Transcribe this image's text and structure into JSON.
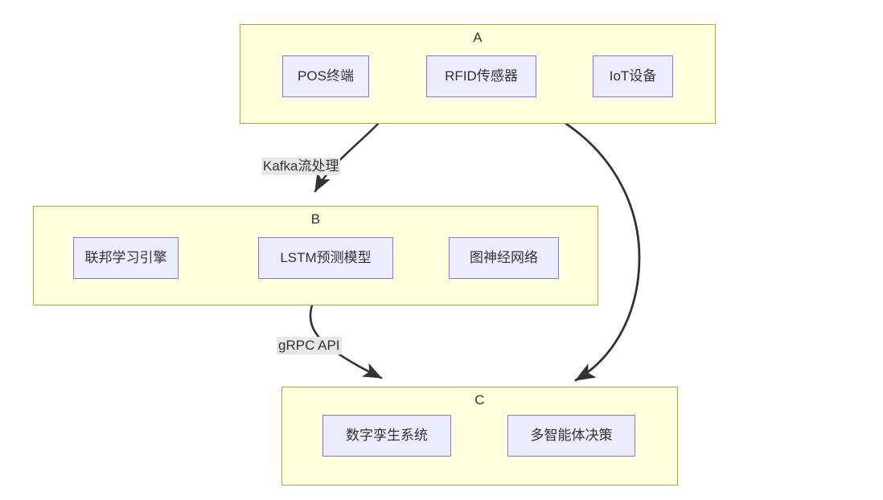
{
  "diagram": {
    "type": "flowchart",
    "background_color": "#ffffff",
    "cluster_fill": "#ffffde",
    "cluster_stroke": "#aaaa33",
    "node_fill": "#ececff",
    "node_stroke": "#9370db",
    "edge_stroke": "#333333",
    "edge_label_background": "#e8e8e8",
    "text_color": "#333333"
  },
  "clusters": [
    {
      "id": "A",
      "title": "A",
      "nodes": [
        {
          "id": "pos",
          "label": "POS终端"
        },
        {
          "id": "rfid",
          "label": "RFID传感器"
        },
        {
          "id": "iot",
          "label": "IoT设备"
        }
      ]
    },
    {
      "id": "B",
      "title": "B",
      "nodes": [
        {
          "id": "fed",
          "label": "联邦学习引擎"
        },
        {
          "id": "lstm",
          "label": "LSTM预测模型"
        },
        {
          "id": "gnn",
          "label": "图神经网络"
        }
      ]
    },
    {
      "id": "C",
      "title": "C",
      "nodes": [
        {
          "id": "twin",
          "label": "数字孪生系统"
        },
        {
          "id": "agent",
          "label": "多智能体决策"
        }
      ]
    }
  ],
  "edges": [
    {
      "id": "a-to-b",
      "from": "A",
      "to": "B",
      "label": "Kafka流处理"
    },
    {
      "id": "b-to-c",
      "from": "B",
      "to": "C",
      "label": "gRPC API"
    },
    {
      "id": "a-to-c",
      "from": "A",
      "to": "C",
      "label": ""
    }
  ]
}
